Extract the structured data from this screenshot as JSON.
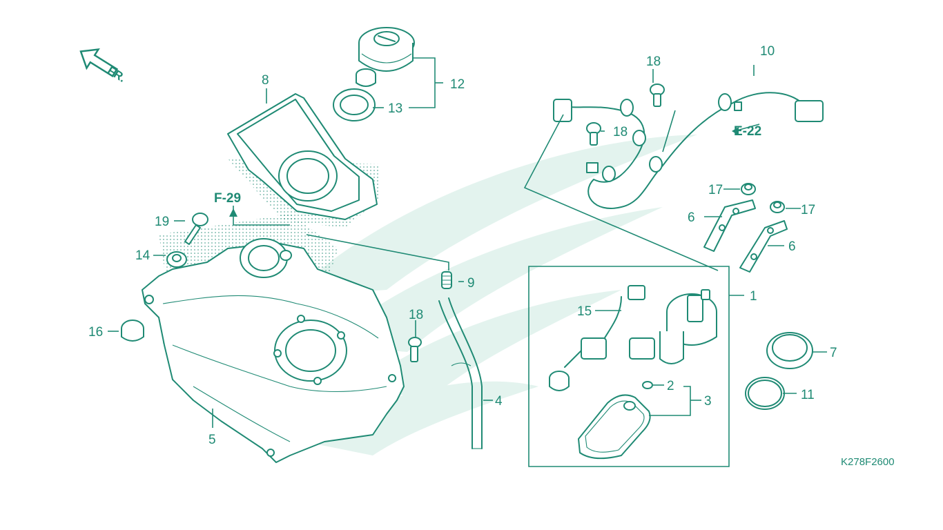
{
  "diagram": {
    "orientation": "FR.",
    "accent_color": "#1f8a74",
    "watermark_color": "#e3f3ee",
    "part_numbers": {
      "p1": "1",
      "p2": "2",
      "p3": "3",
      "p4": "4",
      "p5": "5",
      "p6a": "6",
      "p6b": "6",
      "p7": "7",
      "p8": "8",
      "p9": "9",
      "p10": "10",
      "p11": "11",
      "p12": "12",
      "p13": "13",
      "p14": "14",
      "p15": "15",
      "p16": "16",
      "p17a": "17",
      "p17b": "17",
      "p18a": "18",
      "p18b": "18",
      "p18c": "18",
      "p19": "19"
    },
    "section_refs": {
      "f29": "F-29",
      "e22": "E-22"
    },
    "figure_code": "K278F2600"
  }
}
